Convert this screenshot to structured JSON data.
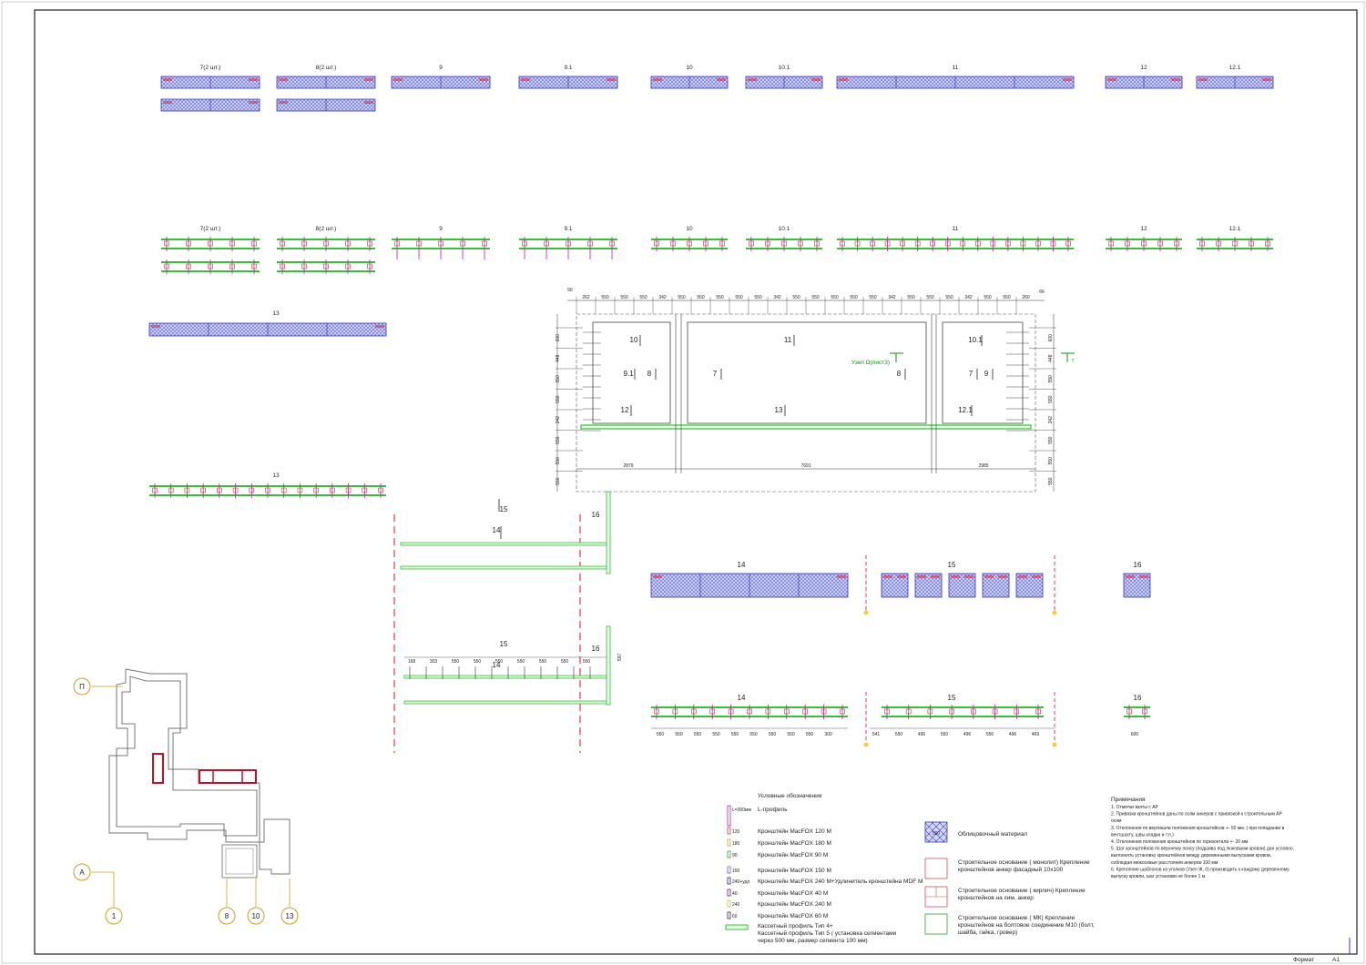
{
  "colors": {
    "panel_fill": "#c9ccf4",
    "panel_stroke": "#3038b8",
    "rail_green": "#37c037",
    "bracket_magenta": "#b020b0",
    "wall_red": "#c0102a",
    "axis_yellow": "#c9a020",
    "dash_red": "#e01020",
    "line": "#333333"
  },
  "panels_top": [
    {
      "label": "7(2 шт.)",
      "rows": 2
    },
    {
      "label": "8(2 шт.)",
      "rows": 2
    },
    {
      "label": "9",
      "rows": 1
    },
    {
      "label": "9.1",
      "rows": 1
    },
    {
      "label": "10",
      "rows": 1
    },
    {
      "label": "10.1",
      "rows": 1
    },
    {
      "label": "11",
      "rows": 1
    },
    {
      "label": "12",
      "rows": 1
    },
    {
      "label": "12.1",
      "rows": 1
    }
  ],
  "frames_top": [
    {
      "label": "7(2 шт.)"
    },
    {
      "label": "8(2 шт.)"
    },
    {
      "label": "9"
    },
    {
      "label": "9.1"
    },
    {
      "label": "10"
    },
    {
      "label": "10.1"
    },
    {
      "label": "11"
    },
    {
      "label": "12"
    },
    {
      "label": "12.1"
    }
  ],
  "panel_13_label": "13",
  "frame_13_label": "13",
  "plan": {
    "top_dims": [
      "262",
      "550",
      "550",
      "550",
      "342",
      "550",
      "550",
      "550",
      "550",
      "550",
      "342",
      "550",
      "550",
      "550",
      "550",
      "550",
      "342",
      "550",
      "550",
      "550",
      "342",
      "550",
      "550",
      "260"
    ],
    "left_dims": [
      "600",
      "448",
      "550",
      "550",
      "342",
      "550",
      "550",
      "550"
    ],
    "right_dims": [
      "600",
      "448",
      "550",
      "550",
      "342",
      "550",
      "550",
      "550"
    ],
    "bottom_dims": [
      "2879",
      "7691",
      "2985"
    ],
    "corner_left": "56",
    "corner_right": "66",
    "marks": [
      "10",
      "9.1",
      "8",
      "12",
      "11",
      "8",
      "13",
      "10.1",
      "7",
      "9",
      "12.1",
      "7"
    ],
    "node_label": "Узел Ω(лист3)",
    "node_right": "Т"
  },
  "section": {
    "labels": [
      "15",
      "14",
      "16"
    ],
    "dims": [
      "168",
      "303",
      "550",
      "550",
      "550",
      "550",
      "550",
      "550",
      "550",
      "597"
    ]
  },
  "panels_mid": [
    {
      "label": "14"
    },
    {
      "label": "15"
    },
    {
      "label": "16"
    }
  ],
  "frames_mid": [
    {
      "label": "14",
      "dims": [
        "550",
        "550",
        "550",
        "550",
        "550",
        "550",
        "550",
        "550",
        "550",
        "300"
      ]
    },
    {
      "label": "15",
      "dims": [
        "541",
        "550",
        "496",
        "550",
        "496",
        "550",
        "496",
        "469"
      ]
    },
    {
      "label": "16",
      "dims": [
        "600"
      ]
    }
  ],
  "key_plan": {
    "axes": [
      "П",
      "А",
      "1",
      "8",
      "10",
      "13"
    ]
  },
  "legend": {
    "title": "Условные обозначения",
    "items": [
      {
        "sym": "L=300мм",
        "text": "L-профиль"
      },
      {
        "sym": "120",
        "text": "Кронштейн MacFOX 120 М"
      },
      {
        "sym": "180",
        "text": "Кронштейн MacFOX 180 М"
      },
      {
        "sym": "90",
        "text": "Кронштейн MacFOX 90 М"
      },
      {
        "sym": "150",
        "text": "Кронштейн MacFOX 150 М"
      },
      {
        "sym": "240+удл",
        "text": "Кронштейн MacFOX 240 М+Удлинитель кронштейна MDF М"
      },
      {
        "sym": "40",
        "text": "Кронштейн MacFOX 40 М"
      },
      {
        "sym": "240",
        "text": "Кронштейн MacFOX 240 М"
      },
      {
        "sym": "60",
        "text": "Кронштейн MacFOX 60 М"
      },
      {
        "sym": "",
        "text": "Кассетный профиль Тип 4+"
      },
      {
        "sym": "",
        "text": "Кассетный профиль Тип 5 ( установка сегментами"
      },
      {
        "sym": "",
        "text": "через 500 мм, размер сегмента 100 мм)"
      }
    ],
    "materials": [
      {
        "text": "Облицовочный материал"
      },
      {
        "text": "Строительное основание ( монолит) Крепление"
      },
      {
        "text": "кронштейнов анкер фасадный 10х100"
      },
      {
        "text": "Строительное основание ( кирпич) Крепление"
      },
      {
        "text": "кронштейнов на хим. анкер"
      },
      {
        "text": "Строительное основание ( МК) Крепление"
      },
      {
        "text": "кронштейнов на болтовое соединение М10 (болт,"
      },
      {
        "text": "шайба, гайка, гровер)"
      }
    ],
    "hatch_label": "500"
  },
  "notes": {
    "title": "Примечания",
    "lines": [
      "1.   Отметки взяты с АР",
      "2.   Привязки кронштейнов даны по осям анкеров с привязкой к строительным АР",
      "       осям",
      "3.   Отклонения по вертикали положения кронштейнов +- 50 мм. ( при попадании в",
      "       вентшахту, швы кладки и т.п.)",
      "4.   Отклонения положения кронштейнов по горизонтали +- 20 мм",
      "5.   Шаг кронштейнов по верхнему поясу (подшива под люковыми кровли) дан условно,",
      "       выполнять установку кронштейнов между деревянными выпусками кровли,",
      "       соблюдая межосевые расстояния анкеров-100 мм",
      "6.   Крепление шаблонов из уголков (Узел Ж, 0) производить к каждому деревянному",
      "       выпуску кровли, шаг установки не более 1 м."
    ]
  },
  "stamp": {
    "format": "Формат",
    "size": "А1"
  }
}
